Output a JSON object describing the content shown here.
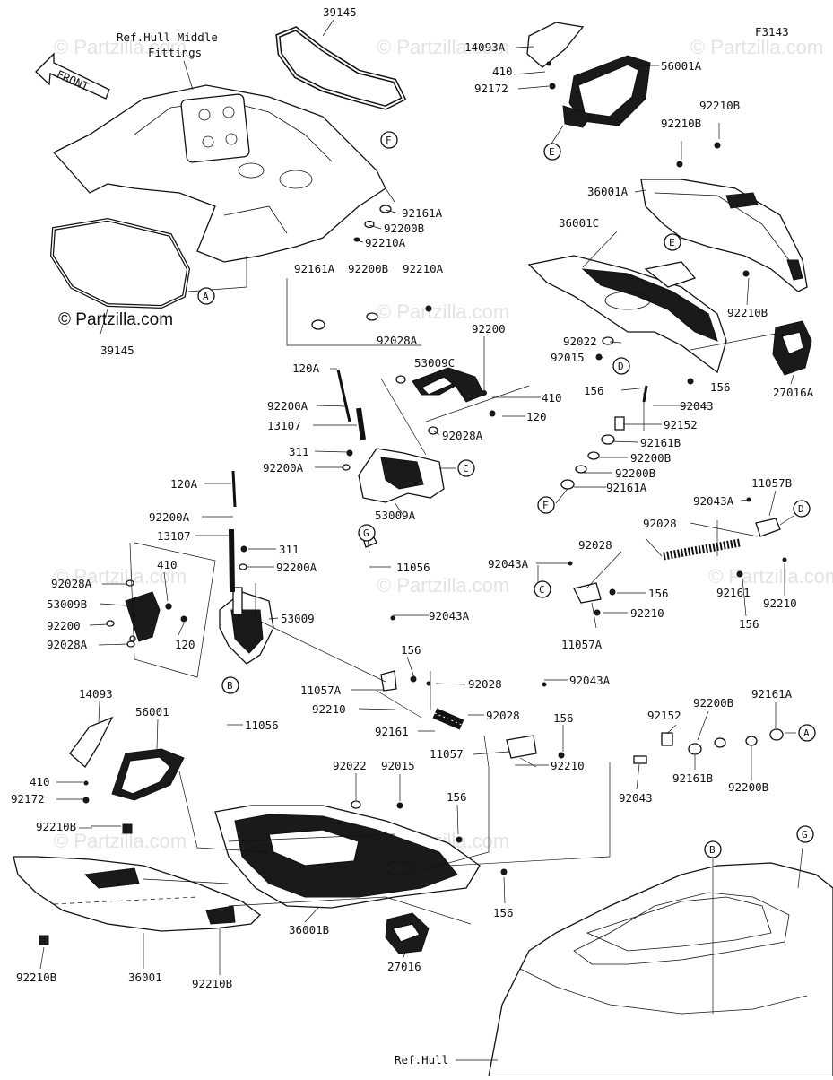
{
  "figure_code": "F3143",
  "copyright": "© Partzilla.com",
  "watermark": "© Partzilla.com",
  "front_label": "FRONT",
  "ref_hull_middle": "Ref.Hull Middle",
  "ref_fittings": "Fittings",
  "ref_hull": "Ref.Hull",
  "callouts": [
    "A",
    "B",
    "C",
    "D",
    "E",
    "F",
    "G"
  ],
  "parts": {
    "p39145_top": "39145",
    "p39145_bottom": "39145",
    "p14093A": "14093A",
    "p410_top": "410",
    "p92172_top": "92172",
    "p56001A": "56001A",
    "p92210B_a": "92210B",
    "p92210B_b": "92210B",
    "p36001A": "36001A",
    "p36001C": "36001C",
    "p92210B_c": "92210B",
    "p27016A": "27016A",
    "p92161A_a": "92161A",
    "p92200B_a": "92200B",
    "p92210A_a": "92210A",
    "p92161A_b": "92161A",
    "p92200B_b": "92200B",
    "p92210A_b": "92210A",
    "p92200_a": "92200",
    "p92022_a": "92022",
    "p92015_a": "92015",
    "p92028A_a": "92028A",
    "p53009C": "53009C",
    "p120A_a": "120A",
    "p410_mid": "410",
    "p120_a": "120",
    "p92200A_a": "92200A",
    "p13107_a": "13107",
    "p92028A_b": "92028A",
    "p311_a": "311",
    "p92200A_b": "92200A",
    "p53009A": "53009A",
    "p11056_a": "11056",
    "p156_a": "156",
    "p156_b": "156",
    "p92043": "92043",
    "p92152_a": "92152",
    "p92161B_a": "92161B",
    "p92200B_c": "92200B",
    "p92200B_d": "92200B",
    "p92161A_c": "92161A",
    "p11057B": "11057B",
    "p92043A_a": "92043A",
    "p92028_a": "92028",
    "p92028_b": "92028",
    "p92043A_b": "92043A",
    "p156_c": "156",
    "p92161_a": "92161",
    "p92210_a": "92210",
    "p156_d": "156",
    "p92210_b": "92210",
    "p11057A_a": "11057A",
    "p120A_b": "120A",
    "p92200A_c": "92200A",
    "p13107_b": "13107",
    "p311_b": "311",
    "p92200A_d": "92200A",
    "p92028A_c": "92028A",
    "p410_low": "410",
    "p53009B": "53009B",
    "p53009": "53009",
    "p92200_b": "92200",
    "p120_b": "120",
    "p92028A_d": "92028A",
    "p92043A_c": "92043A",
    "p156_e": "156",
    "p11057A_b": "11057A",
    "p92028_c": "92028",
    "p92210_c": "92210",
    "p92028_d": "92028",
    "p92161_b": "92161",
    "p92043A_d": "92043A",
    "p11056_b": "11056",
    "p156_f": "156",
    "p11057": "11057",
    "p92210_d": "92210",
    "p14093": "14093",
    "p56001": "56001",
    "p410_bot": "410",
    "p92172_bot": "92172",
    "p92152_b": "92152",
    "p92200B_e": "92200B",
    "p92161A_d": "92161A",
    "p92043_b": "92043",
    "p92161B_b": "92161B",
    "p92200B_f": "92200B",
    "p92022_b": "92022",
    "p92015_b": "92015",
    "p156_g": "156",
    "p92210B_d": "92210B",
    "p156_h": "156",
    "p36001": "36001",
    "p36001B": "36001B",
    "p27016": "27016",
    "p92210B_e": "92210B",
    "p92210B_f": "92210B"
  }
}
